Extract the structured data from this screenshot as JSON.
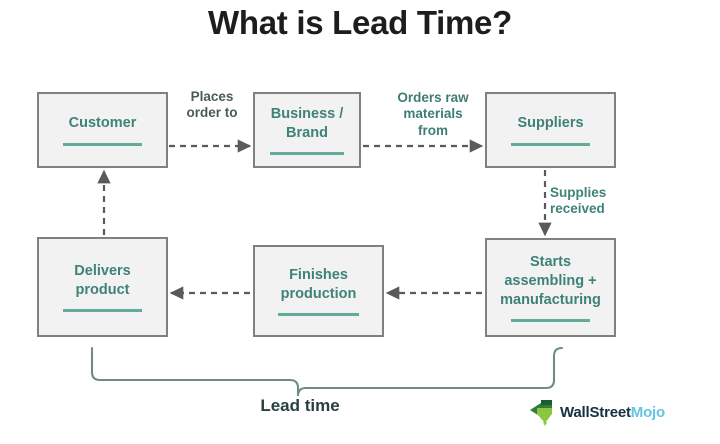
{
  "page": {
    "title": "What is Lead Time?",
    "background": "#ffffff"
  },
  "colors": {
    "node_text": "#3f8278",
    "node_rule": "#62ab9c",
    "node_border": "#808080",
    "node_fill": "#f2f2f2",
    "connector": "#5a5a5a",
    "bracket": "#6f8a8a",
    "title_text": "#1d1d1d",
    "logo_dark": "#13313f",
    "logo_accent": "#63c6e3",
    "logo_icon": "#5aa844"
  },
  "nodes": [
    {
      "id": "customer",
      "label": "Customer"
    },
    {
      "id": "business",
      "label": "Business /\nBrand"
    },
    {
      "id": "suppliers",
      "label": "Suppliers"
    },
    {
      "id": "delivers",
      "label": "Delivers\nproduct"
    },
    {
      "id": "finishes",
      "label": "Finishes\nproduction"
    },
    {
      "id": "assembling",
      "label": "Starts\nassembling +\nmanufacturing"
    }
  ],
  "connector_labels": [
    {
      "id": "places",
      "text": "Places\norder to"
    },
    {
      "id": "orders",
      "text": "Orders raw\nmaterials\nfrom"
    },
    {
      "id": "supplies",
      "text": "Supplies\nreceived"
    }
  ],
  "bracket": {
    "label": "Lead time"
  },
  "logo": {
    "icon": "wallstreetmojo-arrow-icon",
    "text_primary": "WallStreet",
    "text_accent": "Mojo"
  }
}
